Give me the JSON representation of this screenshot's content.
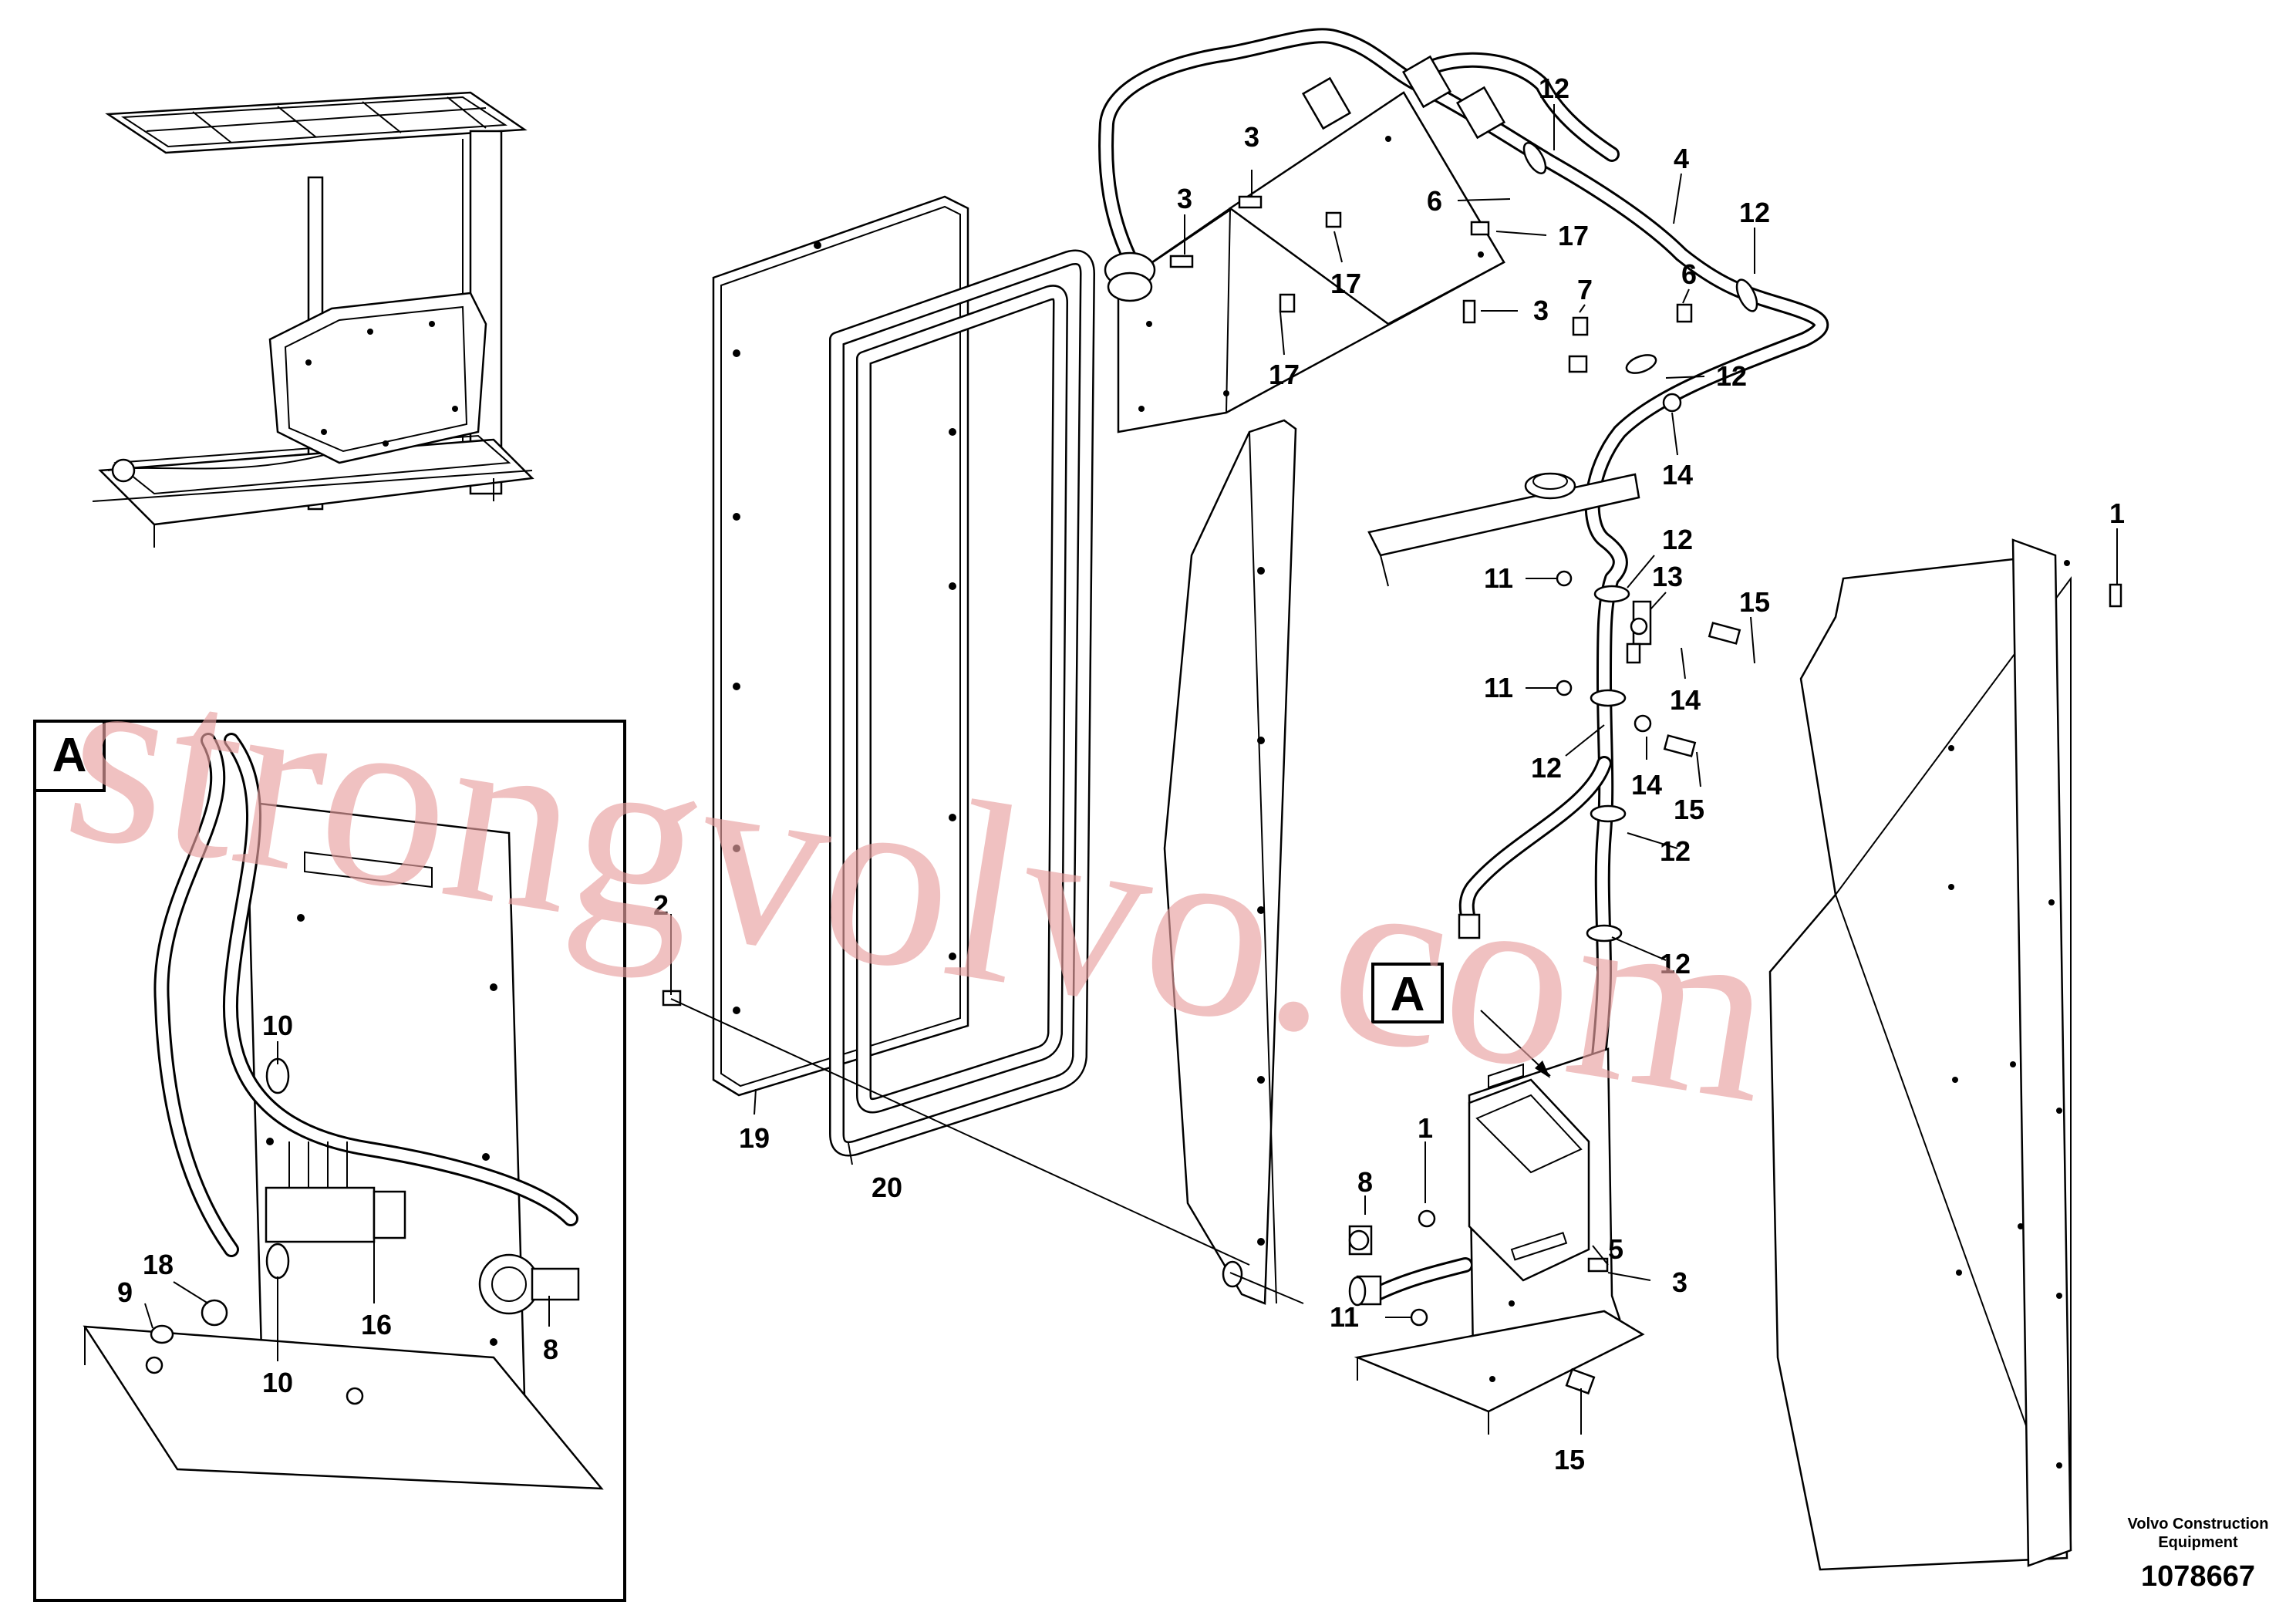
{
  "watermark": "strongvolvo.com",
  "footer": {
    "company_line1": "Volvo Construction",
    "company_line2": "Equipment",
    "drawing_number": "1078667"
  },
  "detail_view": {
    "tag": "A",
    "callouts": [
      "10",
      "10",
      "18",
      "9",
      "16",
      "8"
    ]
  },
  "main_view": {
    "section_marker": "A",
    "callouts": [
      "12",
      "3",
      "4",
      "3",
      "6",
      "12",
      "17",
      "17",
      "3",
      "17",
      "7",
      "6",
      "12",
      "14",
      "1",
      "12",
      "11",
      "13",
      "15",
      "14",
      "11",
      "12",
      "14",
      "15",
      "12",
      "12",
      "2",
      "19",
      "20",
      "1",
      "8",
      "5",
      "3",
      "11",
      "15"
    ]
  }
}
